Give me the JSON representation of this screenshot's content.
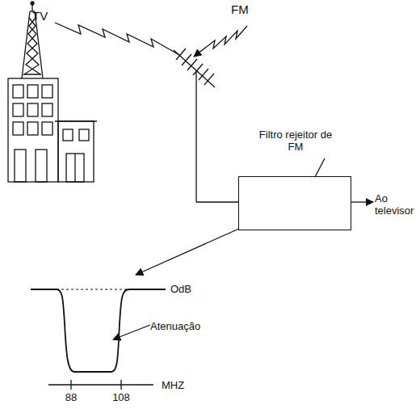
{
  "diagram": {
    "nodes": [
      {
        "text": [
          "Filtro rejeitor de FM"
        ]
      }
    ],
    "labels": [
      "TV",
      "FM",
      "Ao televisor",
      "OdB",
      "Atenuação",
      "88",
      "108",
      "MHZ"
    ]
  }
}
